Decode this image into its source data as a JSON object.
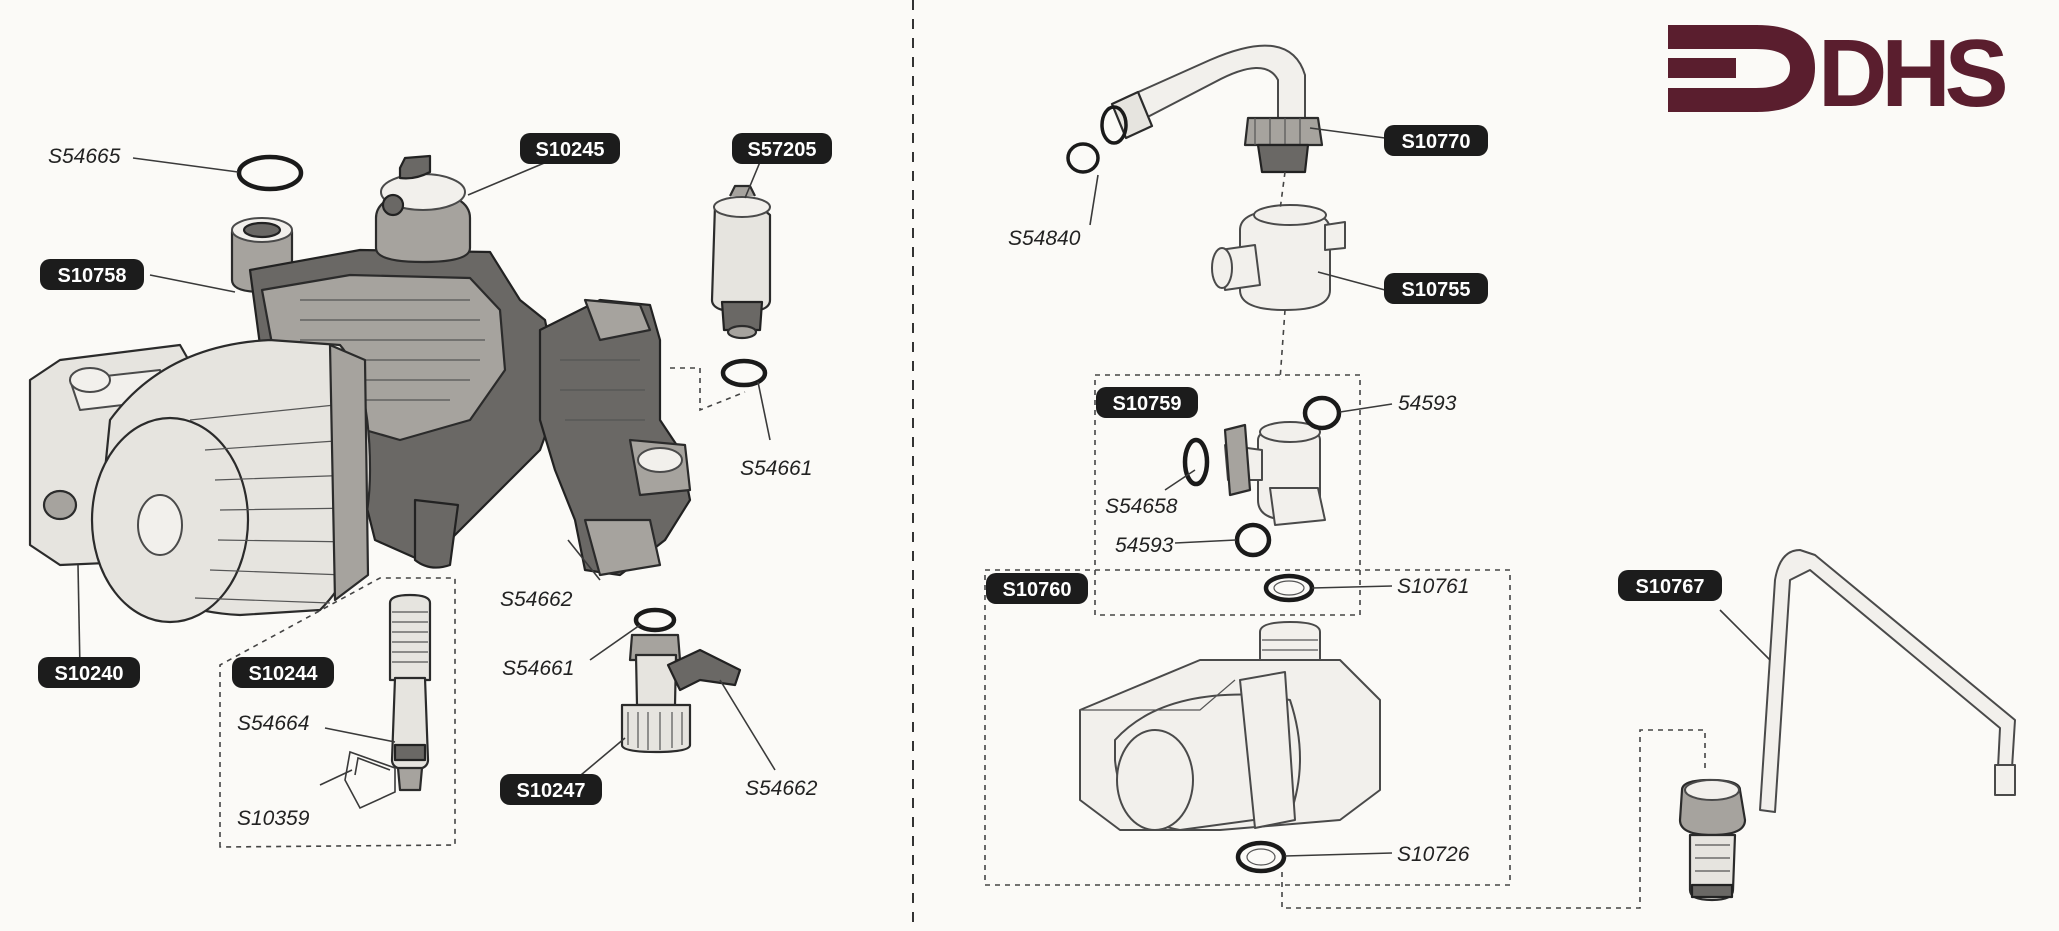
{
  "brand": {
    "logo_text": "DHS",
    "color": "#5a1e2e"
  },
  "labels": {
    "S54665": "S54665",
    "S10245": "S10245",
    "S57205": "S57205",
    "S10758": "S10758",
    "S54661a": "S54661",
    "S54662a": "S54662",
    "S10240": "S10240",
    "S10244": "S10244",
    "S54664": "S54664",
    "S10359": "S10359",
    "S54661b": "S54661",
    "S10247": "S10247",
    "S54662b": "S54662",
    "S54840": "S54840",
    "S10770": "S10770",
    "S10755": "S10755",
    "S10759": "S10759",
    "54593a": "54593",
    "S54658": "S54658",
    "54593b": "54593",
    "S10760": "S10760",
    "S10761": "S10761",
    "S10767": "S10767",
    "S10726": "S10726"
  }
}
